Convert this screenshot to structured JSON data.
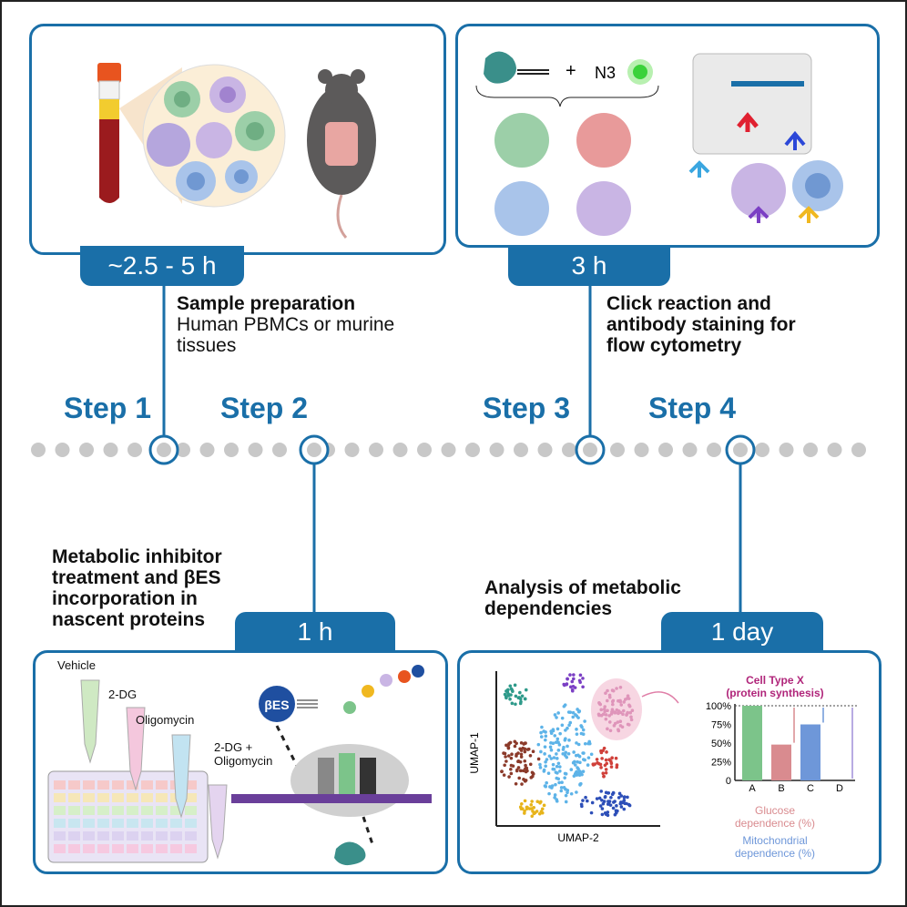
{
  "steps": {
    "step1": {
      "label": "Step 1",
      "time": "~2.5 - 5 h",
      "title": "Sample preparation",
      "body": "Human PBMCs or murine tissues"
    },
    "step2": {
      "label": "Step 2",
      "time": "1 h",
      "title_lines": [
        "Metabolic inhibitor",
        "treatment and βES",
        "incorporation in",
        "nascent proteins"
      ]
    },
    "step3": {
      "label": "Step 3",
      "time": "3 h",
      "title_lines": [
        "Click reaction and",
        "antibody staining for",
        "flow cytometry"
      ]
    },
    "step4": {
      "label": "Step 4",
      "time": "1 day",
      "title_lines": [
        "Analysis of metabolic",
        "dependencies"
      ]
    }
  },
  "panel2": {
    "tubes": [
      "Vehicle",
      "2-DG",
      "Oligomycin",
      "2-DG +\nOligomycin"
    ],
    "bes_label": "βES"
  },
  "panel3": {
    "azide_label": "N3",
    "plus": "+"
  },
  "panel4": {
    "umap_y": "UMAP-1",
    "umap_x": "UMAP-2"
  },
  "chart_data": {
    "type": "bar",
    "title": "Cell Type X",
    "subtitle": "(protein synthesis)",
    "categories": [
      "A",
      "B",
      "C",
      "D"
    ],
    "values": [
      100,
      48,
      75,
      0
    ],
    "ytick_labels": [
      "100%",
      "75%",
      "50%",
      "25%",
      "0"
    ],
    "ylim": [
      0,
      100
    ],
    "colors": [
      "#7cc48a",
      "#d98b8f",
      "#6e97d9",
      "#ffffff"
    ],
    "annotations": [
      {
        "text": "Glucose dependence (%)",
        "color": "#d98b8f"
      },
      {
        "text": "Mitochondrial dependence (%)",
        "color": "#6e97d9"
      }
    ]
  },
  "colors": {
    "accent": "#1a6fa8",
    "dot": "#c8c8c8"
  }
}
